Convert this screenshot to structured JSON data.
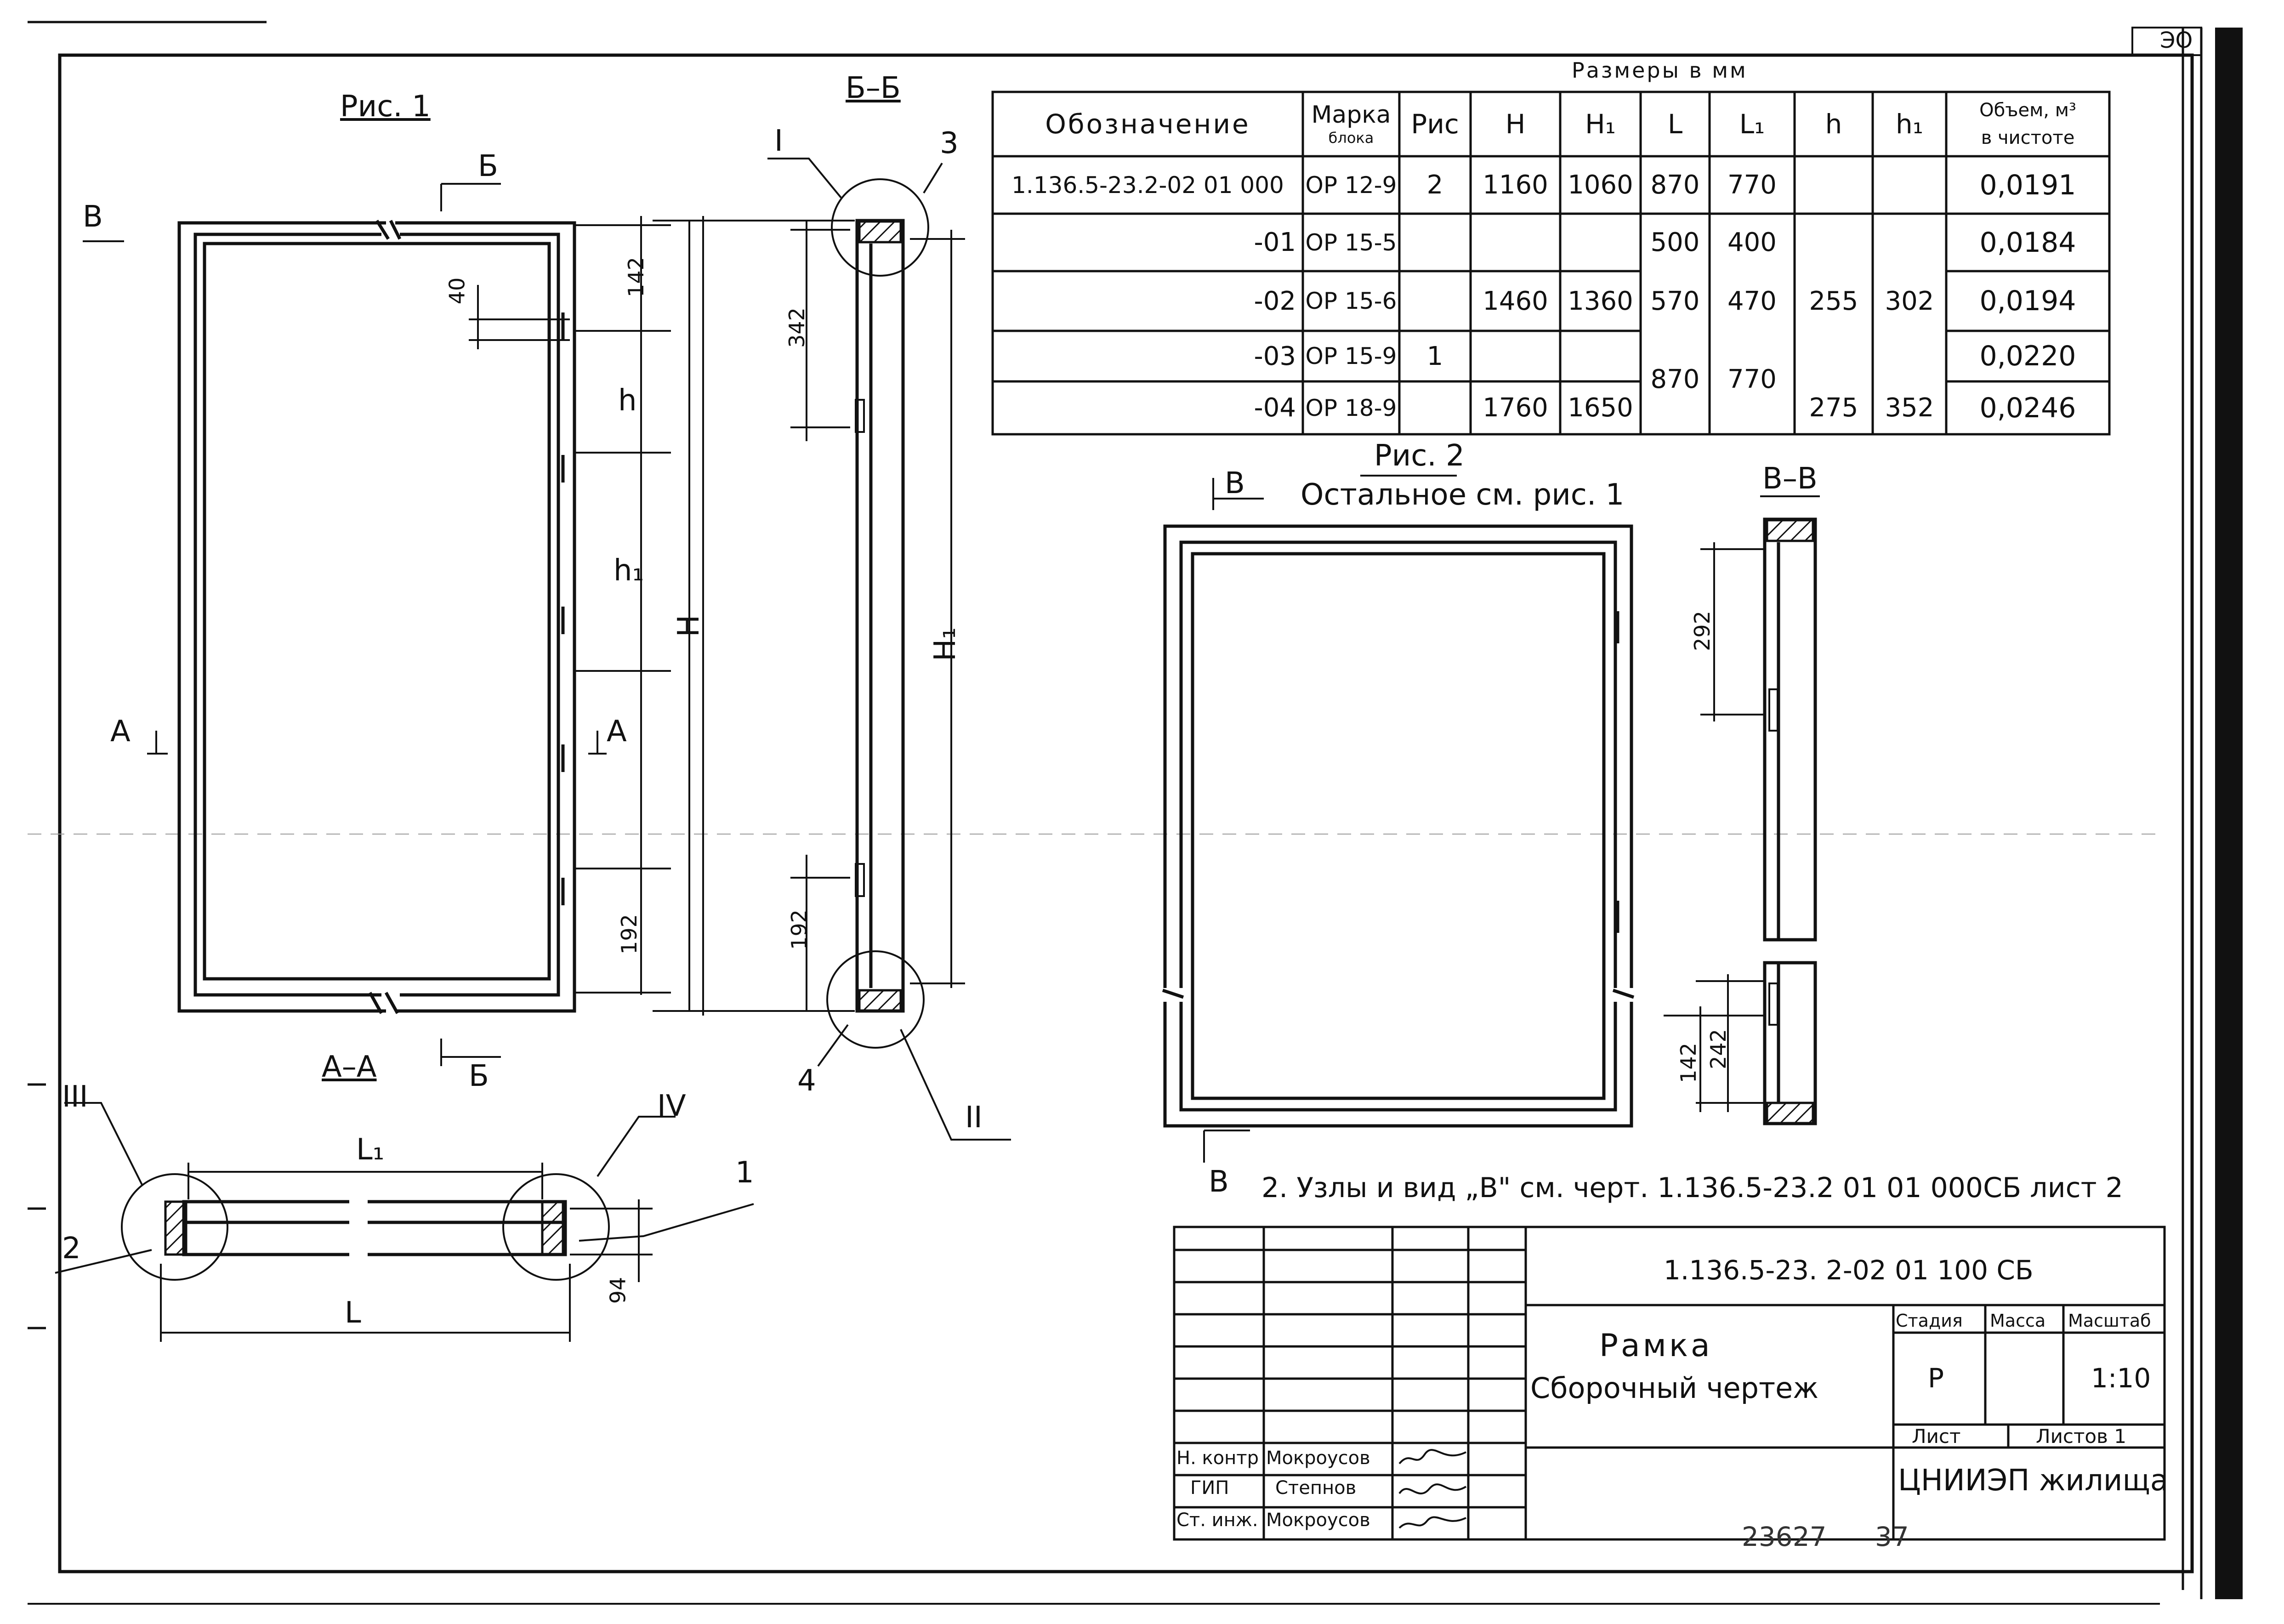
{
  "sheet": {
    "page_number": "ЭО",
    "archive_number": "23627",
    "archive_page": "37"
  },
  "fig1": {
    "title": "Рис. 1",
    "cut_b": "Б",
    "view_v": "В",
    "cut_a_left": "А",
    "cut_a_right": "А",
    "dim_142": "142",
    "dim_40": "40",
    "dim_h": "h",
    "dim_h1": "h₁",
    "dim_H": "H",
    "dim_192": "192",
    "section_aa": "А–А",
    "section_aa_b": "Б"
  },
  "section_bb": {
    "title": "Б–Б",
    "callout_I": "I",
    "callout_3": "3",
    "dim_342": "342",
    "dim_H1": "H₁",
    "dim_192": "192",
    "callout_4": "4",
    "callout_II": "II"
  },
  "section_aa_detail": {
    "callout_III": "III",
    "callout_IV": "IV",
    "callout_1": "1",
    "callout_2": "2",
    "dim_L1": "L₁",
    "dim_L": "L",
    "dim_94": "94"
  },
  "table": {
    "caption": "Размеры в мм",
    "headers": [
      "Обозначение",
      "Марка",
      "блока",
      "Рис",
      "H",
      "H₁",
      "L",
      "L₁",
      "h",
      "h₁",
      "Объем, м³",
      "в чистоте"
    ],
    "rows": [
      {
        "designation": "1.136.5-23.2-02 01 000",
        "mark": "ОР 12-9",
        "fig": "2",
        "H": "1160",
        "H1": "1060",
        "L": "870",
        "L1": "770",
        "h": "",
        "h1": "",
        "volume": "0,0191"
      },
      {
        "designation": "-01",
        "mark": "ОР 15-5",
        "fig": "",
        "H": "",
        "H1": "",
        "L": "500",
        "L1": "400",
        "h": "",
        "h1": "",
        "volume": "0,0184"
      },
      {
        "designation": "-02",
        "mark": "ОР 15-6",
        "fig": "",
        "H": "1460",
        "H1": "1360",
        "L": "570",
        "L1": "470",
        "h": "255",
        "h1": "302",
        "volume": "0,0194"
      },
      {
        "designation": "-03",
        "mark": "ОР 15-9",
        "fig": "1",
        "H": "",
        "H1": "",
        "L": "870",
        "L1": "770",
        "h": "",
        "h1": "",
        "volume": "0,0220"
      },
      {
        "designation": "-04",
        "mark": "ОР 18-9",
        "fig": "",
        "H": "1760",
        "H1": "1650",
        "L": "",
        "L1": "",
        "h": "275",
        "h1": "352",
        "volume": "0,0246"
      }
    ]
  },
  "fig2": {
    "title": "Рис. 2",
    "subtitle": "Остальное см. рис. 1",
    "view_v_top": "В",
    "view_v_bottom": "В",
    "section_vv": "В–В",
    "dim_292": "292",
    "dim_142": "142",
    "dim_242": "242"
  },
  "notes": {
    "note2": "2. Узлы и вид „В\" см. черт. 1.136.5-23.2 01 01 000СБ лист 2"
  },
  "title_block": {
    "code": "1.136.5-23. 2-02 01 100 СБ",
    "name_line1": "Рамка",
    "name_line2": "Сборочный чертеж",
    "stage_label": "Стадия",
    "mass_label": "Масса",
    "scale_label": "Масштаб",
    "stage": "Р",
    "mass": "",
    "scale": "1:10",
    "sheet_label": "Лист",
    "sheets_label": "Листов 1",
    "org": "ЦНИИЭП жилища",
    "roles": [
      {
        "role": "Н. контр",
        "name": "Мокроусов"
      },
      {
        "role": "ГИП",
        "name": "Степнов"
      },
      {
        "role": "Ст. инж.",
        "name": "Мокроусов"
      }
    ]
  }
}
